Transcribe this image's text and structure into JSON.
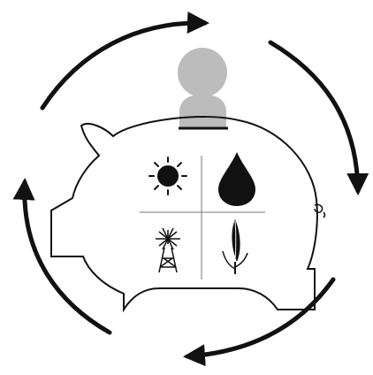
{
  "diagram": {
    "colors": {
      "stroke": "#111111",
      "arrow": "#111111",
      "person": "#bcbcbc",
      "background": "#ffffff"
    },
    "cycle_arrows": [
      "top-right",
      "right-down",
      "bottom-left",
      "left-up"
    ],
    "center_icon": "person-icon",
    "container": "piggy-bank-icon",
    "quadrants": [
      {
        "icon": "sun-icon"
      },
      {
        "icon": "water-drop-icon"
      },
      {
        "icon": "windmill-icon"
      },
      {
        "icon": "plant-icon"
      }
    ]
  }
}
